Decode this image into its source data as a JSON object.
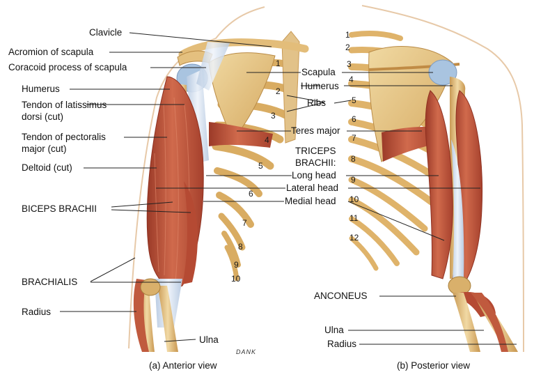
{
  "anterior": {
    "labels": {
      "clavicle": "Clavicle",
      "acromion": "Acromion of scapula",
      "coracoid": "Coracoid process of scapula",
      "humerus": "Humerus",
      "latissimus_1": "Tendon of latissimus",
      "latissimus_2": "dorsi (cut)",
      "pectoralis_1": "Tendon of pectoralis",
      "pectoralis_2": "major (cut)",
      "deltoid": "Deltoid (cut)",
      "biceps": "BICEPS BRACHII",
      "brachialis": "BRACHIALIS",
      "radius": "Radius",
      "ulna": "Ulna"
    },
    "rib_numbers": [
      "1",
      "2",
      "3",
      "4",
      "5",
      "6",
      "7",
      "8",
      "9",
      "10"
    ],
    "caption": "(a)  Anterior view",
    "artist_signature": "DANK"
  },
  "center": {
    "scapula": "Scapula",
    "humerus": "Humerus",
    "ribs": "Ribs",
    "teres_major": "Teres major",
    "triceps_1": "TRICEPS",
    "triceps_2": "BRACHII:",
    "long_head": "Long head",
    "lateral_head": "Lateral head",
    "medial_head": "Medial head"
  },
  "posterior": {
    "labels": {
      "anconeus": "ANCONEUS",
      "ulna": "Ulna",
      "radius": "Radius"
    },
    "rib_numbers": [
      "1",
      "2",
      "3",
      "4",
      "5",
      "6",
      "7",
      "8",
      "9",
      "10",
      "11",
      "12"
    ],
    "caption": "(b) Posterior view"
  },
  "colors": {
    "muscle": "#c45a3e",
    "muscle_dark": "#9b3a28",
    "bone": "#e9c98a",
    "bone_dark": "#c99a55",
    "tendon": "#cdd9ea",
    "cartilage": "#a9c4e0",
    "skin_outline": "#e7c9a8"
  }
}
